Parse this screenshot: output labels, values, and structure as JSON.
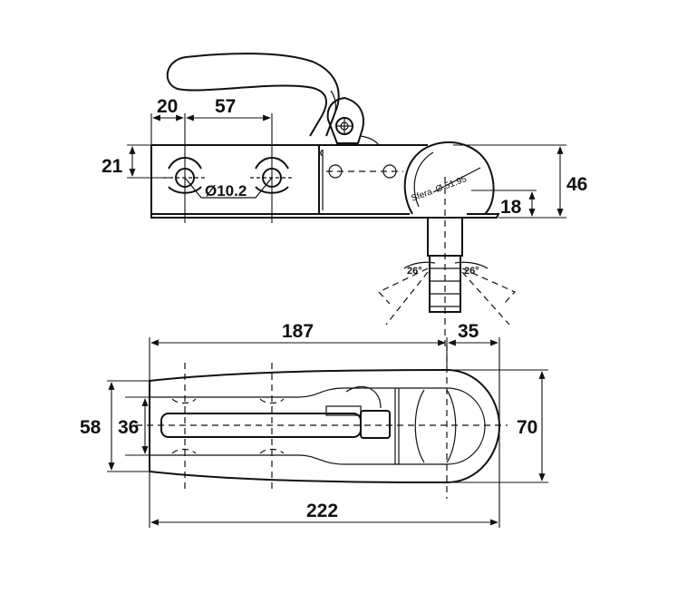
{
  "dimensions": {
    "hole_offset": "20",
    "hole_spacing": "57",
    "hole_height": "21",
    "hole_diameter": "Ø10.2",
    "total_height": "46",
    "ball_height": "18",
    "angle_left": "26°",
    "angle_right": "26°",
    "length_to_center": "187",
    "center_to_end": "35",
    "outer_width": "58",
    "inner_width": "36",
    "head_width": "70",
    "total_length": "222"
  },
  "ball_marking": {
    "line1": "Sfera",
    "line2": "Ø 51.95"
  }
}
